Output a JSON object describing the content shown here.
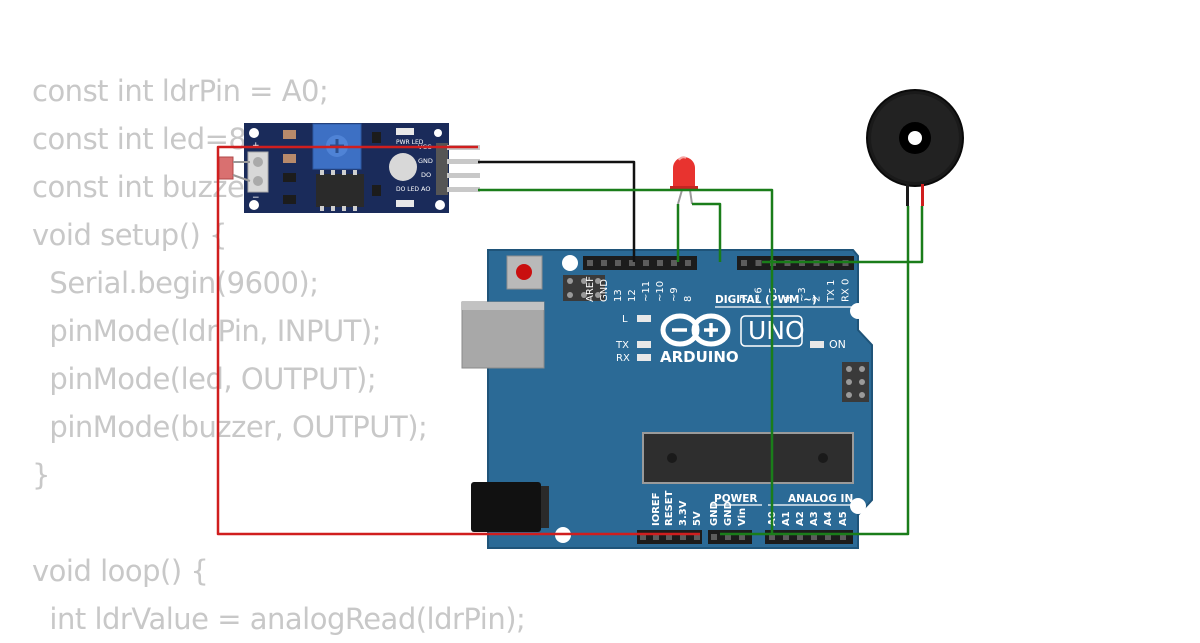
{
  "code_lines": [
    "const int ldrPin = A0;",
    "const int led=8;",
    "const int buzzer=6;",
    "void setup() {",
    "  Serial.begin(9600);",
    "  pinMode(ldrPin, INPUT);",
    "  pinMode(led, OUTPUT);",
    "  pinMode(buzzer, OUTPUT);",
    "}",
    "",
    "void loop() {",
    "  int ldrValue = analogRead(ldrPin);"
  ],
  "ldr_module": {
    "pin_labels": [
      "VCC",
      "GND",
      "DO",
      "AO"
    ],
    "led_labels": [
      "PWR LED",
      "DO LED"
    ],
    "terminal_labels": [
      "+",
      "−"
    ]
  },
  "arduino": {
    "brand": "ARDUINO",
    "model": "UNO",
    "on_label": "ON",
    "l_label": "L",
    "tx_label": "TX",
    "rx_label": "RX",
    "digital_header": "DIGITAL (PWM ~)",
    "power_header": "POWER",
    "analog_header": "ANALOG IN",
    "digital_pins": [
      "AREF",
      "GND",
      "13",
      "12",
      "~11",
      "~10",
      "~9",
      "8",
      "7",
      "~6",
      "~5",
      "4",
      "~3",
      "2",
      "TX 1",
      "RX 0"
    ],
    "power_pins": [
      "IOREF",
      "RESET",
      "3.3V",
      "5V",
      "GND",
      "GND",
      "Vin"
    ],
    "analog_pins": [
      "A0",
      "A1",
      "A2",
      "A3",
      "A4",
      "A5"
    ]
  },
  "colors": {
    "board": "#2b6a96",
    "board_dark": "#1f5479",
    "module": "#1a2b5a",
    "wire_red": "#d01e1e",
    "wire_black": "#111111",
    "wire_green": "#1a7d1a",
    "led_red": "#e8332f",
    "code_gray": "#c8c8c8"
  }
}
